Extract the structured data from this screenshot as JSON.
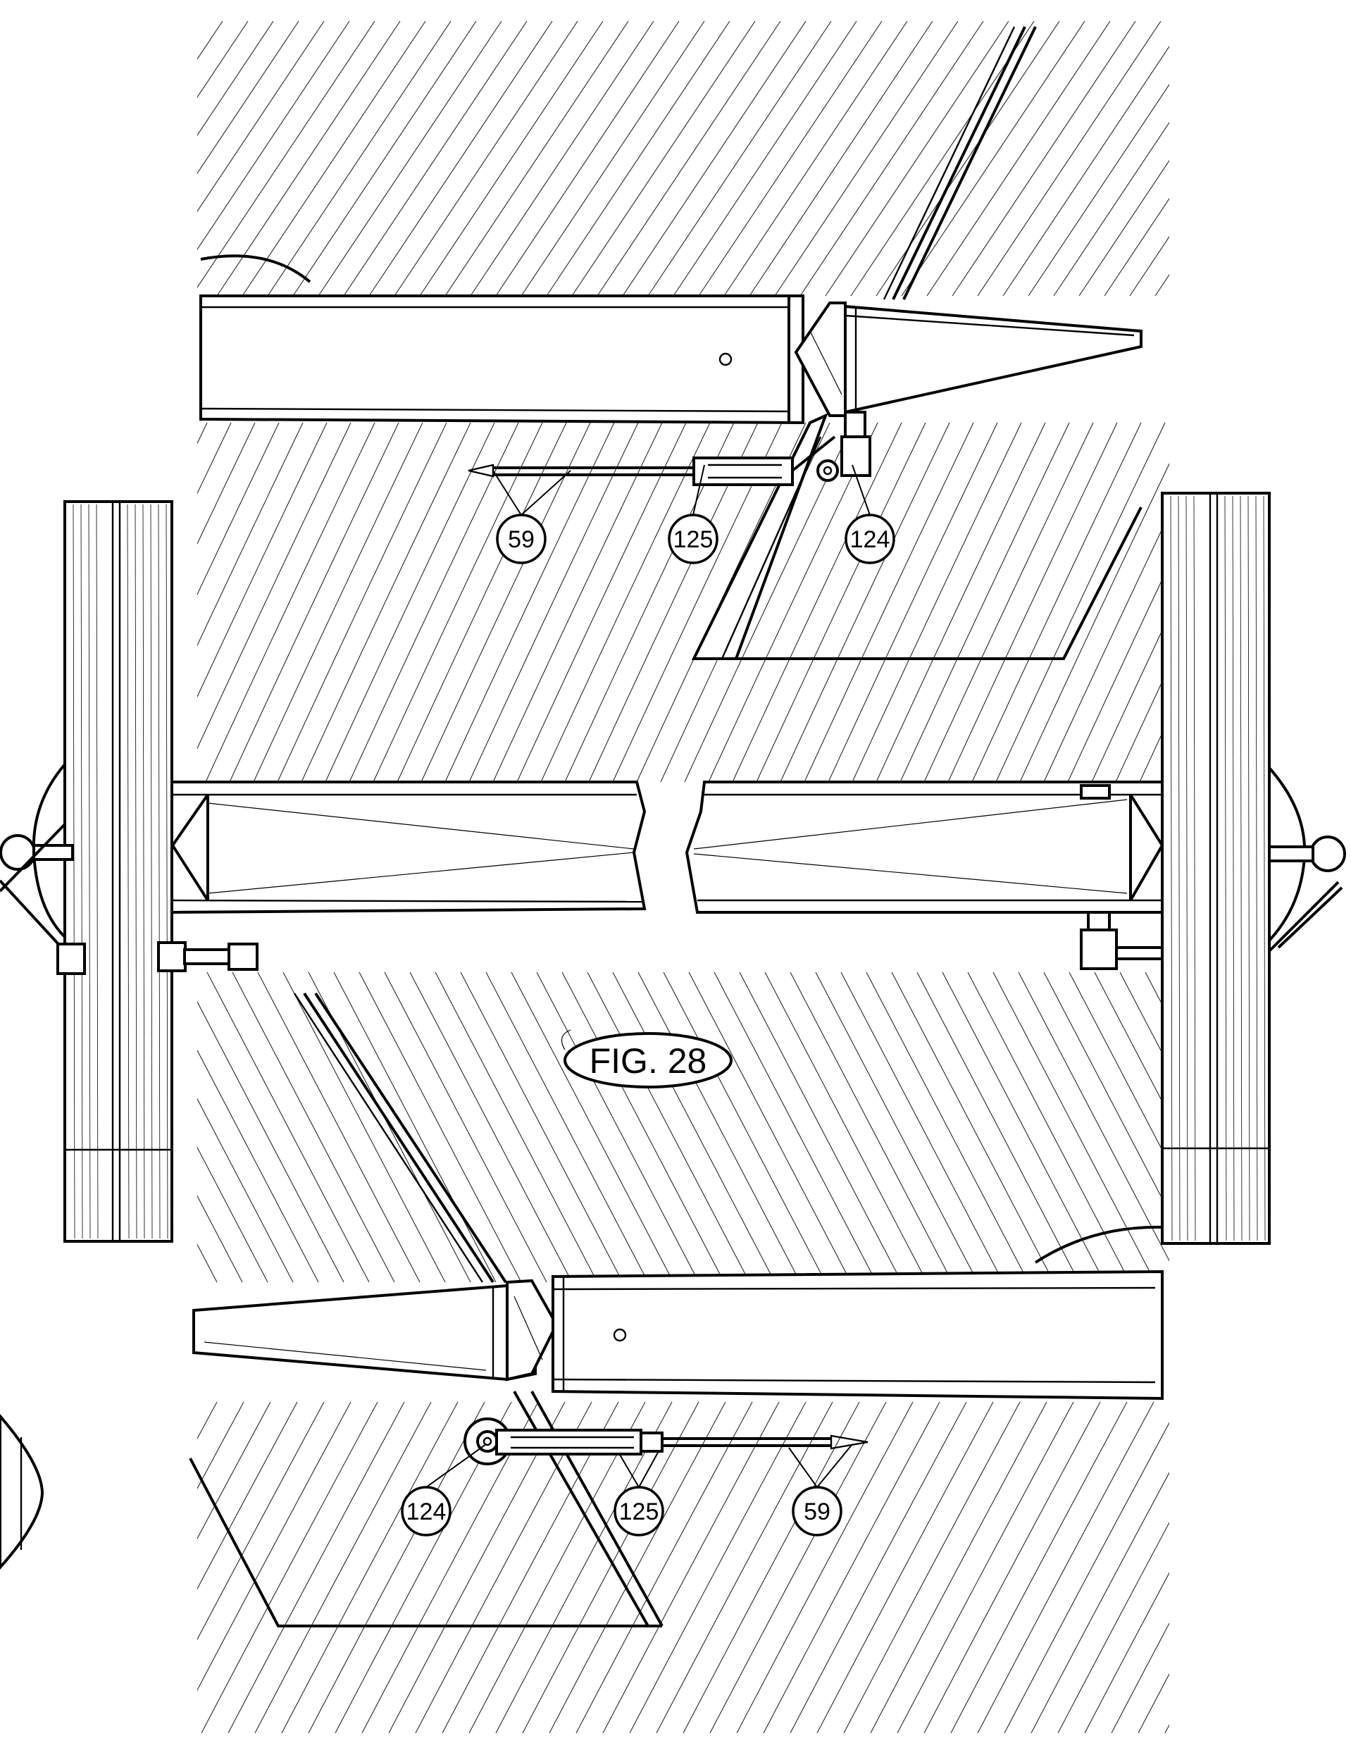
{
  "figure": {
    "label": "FIG. 28"
  },
  "callouts": {
    "top": [
      {
        "id": "top-59",
        "text": "59"
      },
      {
        "id": "top-125",
        "text": "125"
      },
      {
        "id": "top-124",
        "text": "124"
      }
    ],
    "bottom": [
      {
        "id": "bottom-124",
        "text": "124"
      },
      {
        "id": "bottom-125",
        "text": "125"
      },
      {
        "id": "bottom-59",
        "text": "59"
      }
    ]
  },
  "colors": {
    "ink": "#000000",
    "paper": "#ffffff"
  }
}
